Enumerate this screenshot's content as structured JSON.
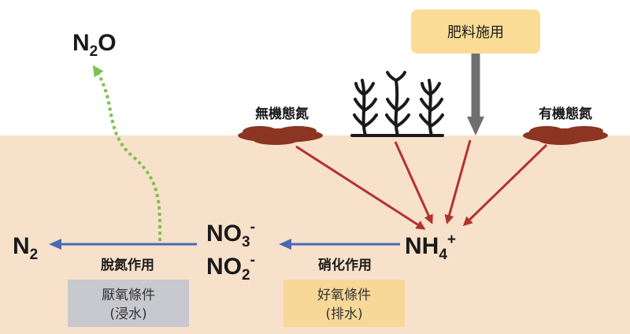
{
  "fertilizer": {
    "label": "肥料施用"
  },
  "sources": {
    "inorganic": "無機態氮",
    "organic": "有機態氮"
  },
  "species": {
    "n2o": {
      "base": "N",
      "sub": "2",
      "tail": "O"
    },
    "n2": {
      "base": "N",
      "sub": "2"
    },
    "no3": {
      "base": "NO",
      "sub": "3",
      "sup": "-"
    },
    "no2": {
      "base": "NO",
      "sub": "2",
      "sup": "-"
    },
    "nh4": {
      "base": "NH",
      "sub": "4",
      "sup": "+"
    }
  },
  "processes": {
    "denitrification": {
      "label": "脫氮作用",
      "condition_line1": "厭氧條件",
      "condition_line2": "(浸水)"
    },
    "nitrification": {
      "label": "硝化作用",
      "condition_line1": "好氧條件",
      "condition_line2": "(排水)"
    }
  },
  "colors": {
    "soil": "#f8e1cb",
    "red_arrow": "#b2322f",
    "blue_arrow": "#4a69b3",
    "green_dotted": "#7cc24e",
    "fertilizer_box": "#fbdc96",
    "fertilizer_arrow": "#6f6f6f",
    "anaerobic_box": "#c8c8cf",
    "aerobic_box": "#f7d898",
    "residue": "#8b3522"
  }
}
